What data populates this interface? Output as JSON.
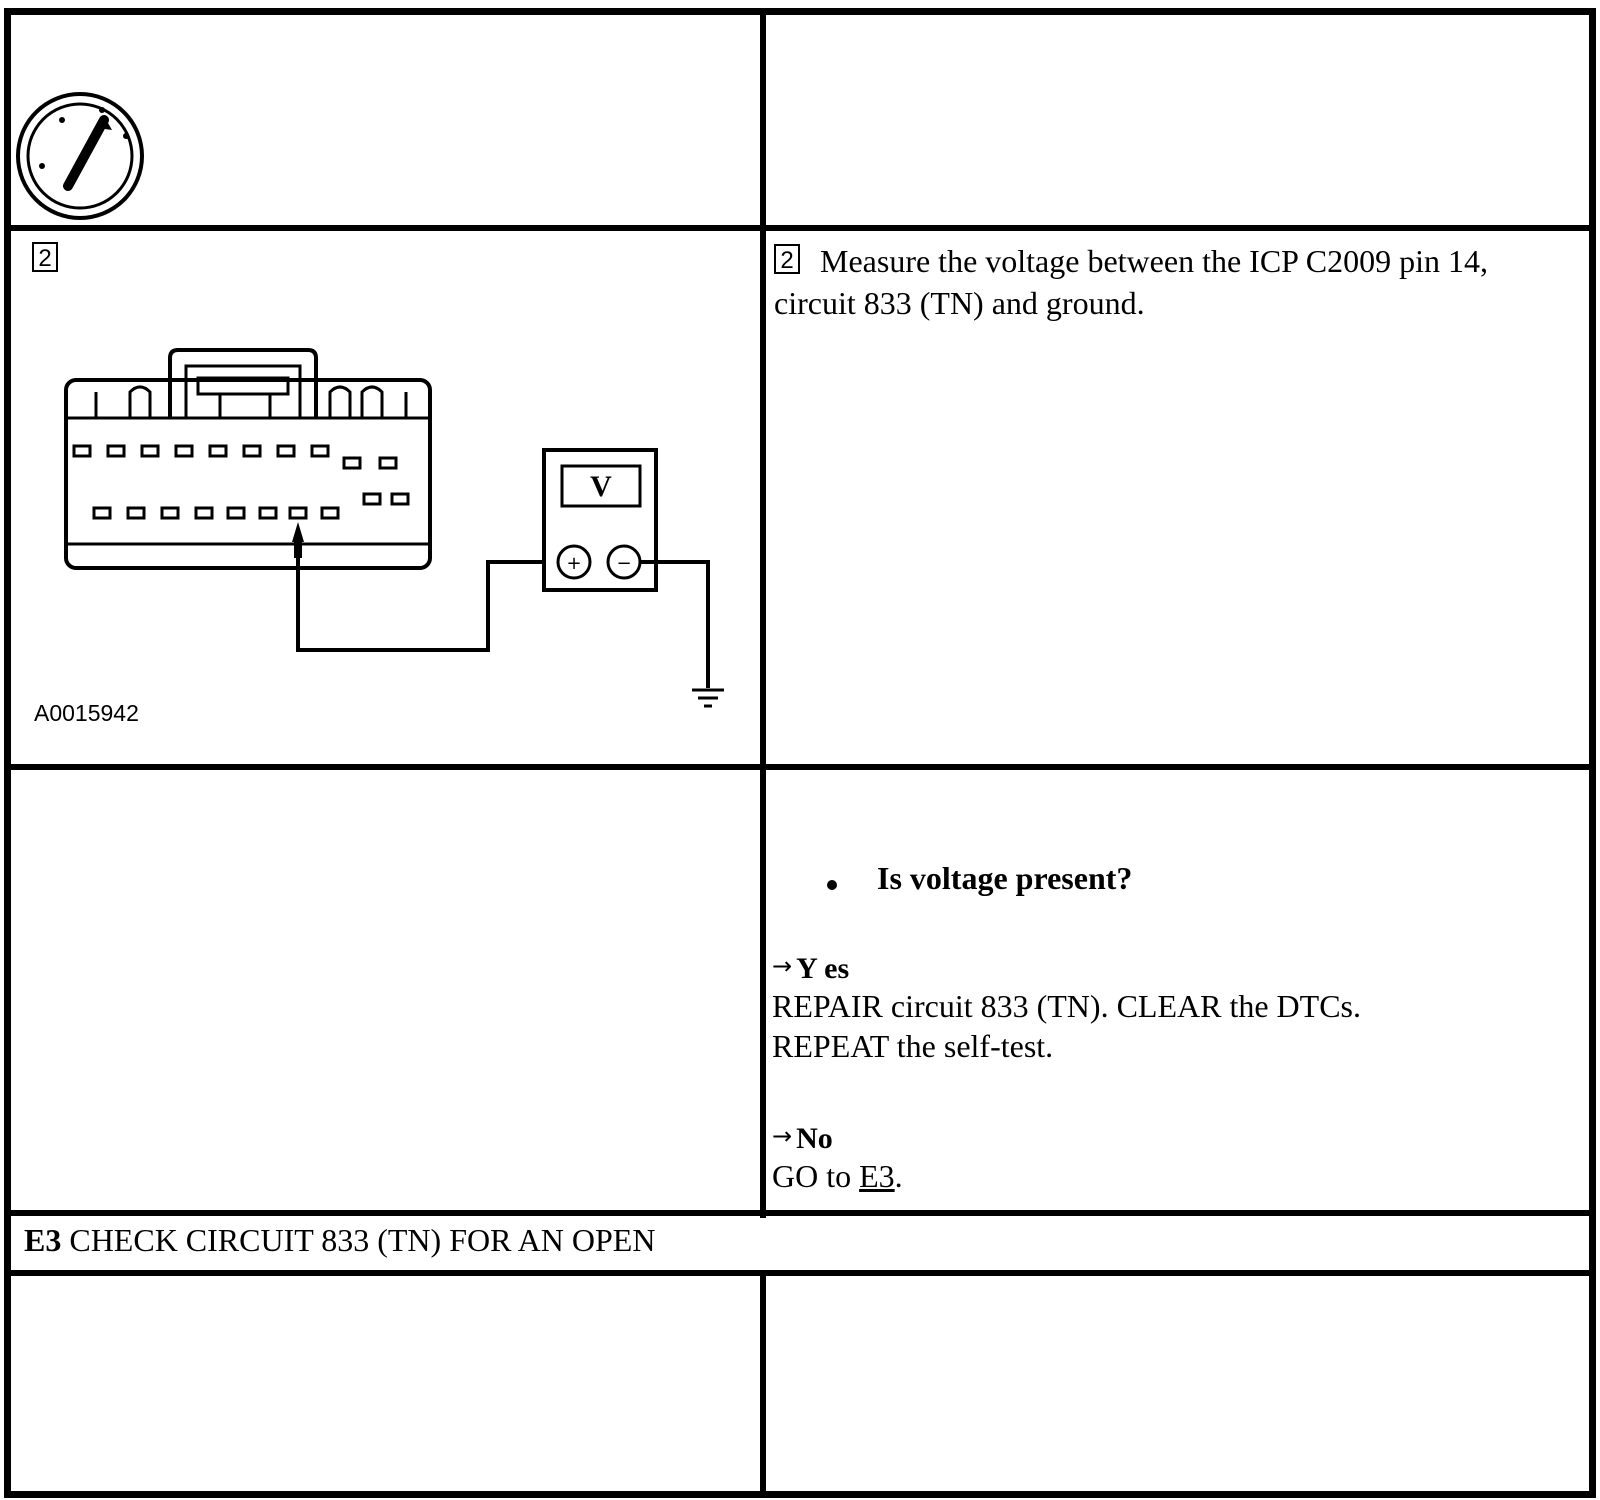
{
  "step_box": {
    "number": "2"
  },
  "step": {
    "instruction": "Measure the voltage between the ICP C2009 pin 14, circuit 833 (TN) and ground."
  },
  "figure": {
    "id": "A0015942",
    "meter_symbol": "V",
    "meter_plus": "+",
    "meter_minus": "−",
    "icons": [
      "ignition-switch-icon",
      "connector-icon",
      "voltmeter-icon",
      "ground-icon"
    ]
  },
  "question": {
    "text": "Is voltage present?"
  },
  "answers": {
    "yes": {
      "arrow": "→",
      "label": "Y es",
      "line1": "REPAIR circuit 833 (TN). CLEAR the DTCs.",
      "line2": "REPEAT the self-test."
    },
    "no": {
      "arrow": "→",
      "label": "No",
      "prefix": "GO to ",
      "link": "E3",
      "suffix": "."
    }
  },
  "next_step": {
    "code": "E3",
    "title": " CHECK CIRCUIT 833 (TN) FOR AN OPEN"
  }
}
